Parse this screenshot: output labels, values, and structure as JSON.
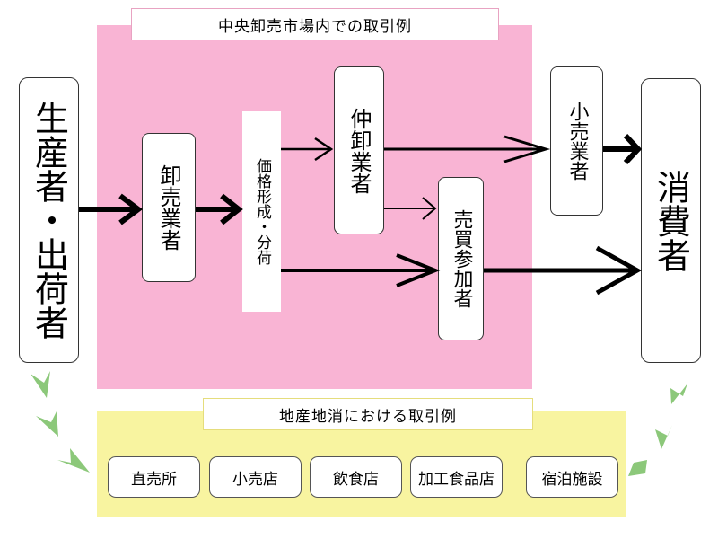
{
  "central_market": {
    "title": "中央卸売市場内での取引例",
    "producer": "生産者・出荷者",
    "wholesaler": "卸売業者",
    "pricing": "価格形成・分荷",
    "intermediate": "仲卸業者",
    "buyer": "売買参加者",
    "retailer": "小売業者",
    "consumer": "消費者"
  },
  "local_production": {
    "title": "地産地消における取引例",
    "outlets": [
      "直売所",
      "小売店",
      "飲食店",
      "加工食品店",
      "宿泊施設"
    ]
  },
  "colors": {
    "pink_region": "#f9b4d4",
    "yellow_region": "#f8f4a0",
    "green_arrow": "#8cc87a"
  }
}
